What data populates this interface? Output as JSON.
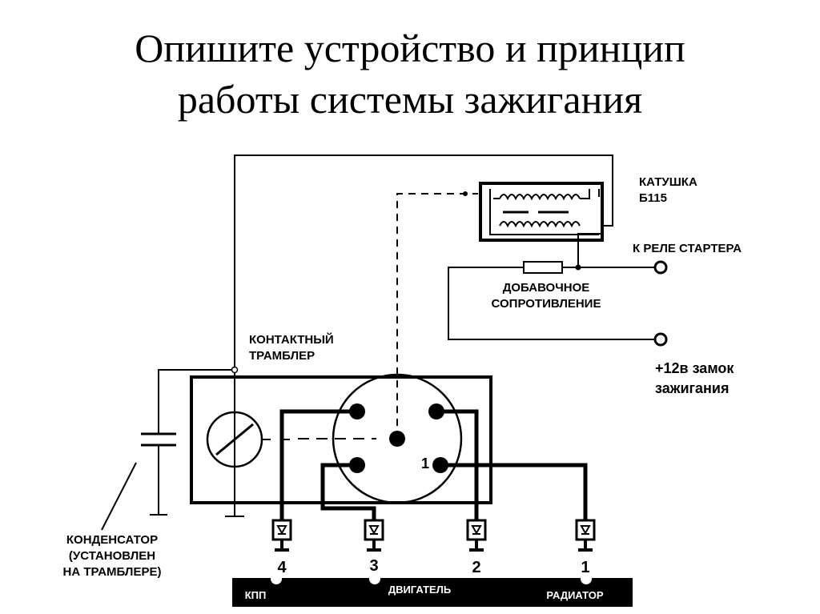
{
  "title": {
    "line1": "Опишите устройство и принцип",
    "line2": "работы системы зажигания"
  },
  "labels": {
    "coil": [
      "КАТУШКА",
      "Б115"
    ],
    "starter_relay": "К РЕЛЕ СТАРТЕРА",
    "resistor": [
      "ДОБАВОЧНОЕ",
      "СОПРОТИВЛЕНИЕ"
    ],
    "distributor": [
      "КОНТАКТНЫЙ",
      "ТРАМБЛЕР"
    ],
    "ignition_lock": [
      "+12в замок",
      "зажигания"
    ],
    "capacitor": [
      "КОНДЕНСАТОР",
      "(УСТАНОВЛЕН",
      "НА ТРАМБЛЕРЕ)"
    ],
    "rotor_contact": "1"
  },
  "sensors": [
    {
      "number": "4"
    },
    {
      "number": "3"
    },
    {
      "number": "2"
    },
    {
      "number": "1"
    }
  ],
  "bottom_bar": {
    "left": "КПП",
    "center": "ДВИГАТЕЛЬ",
    "right": "РАДИАТОР",
    "color": "#000000"
  }
}
